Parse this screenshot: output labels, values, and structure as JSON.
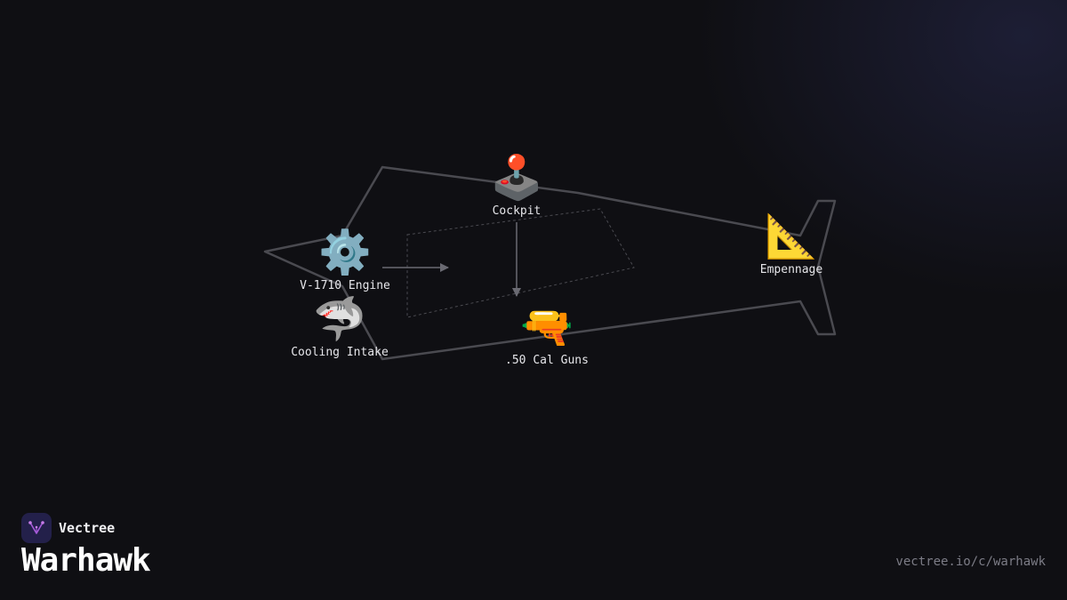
{
  "brand": {
    "name": "Vectree",
    "logo_icon": "vectree-logo-icon"
  },
  "document": {
    "title": "Warhawk",
    "url": "vectree.io/c/warhawk"
  },
  "nodes": [
    {
      "id": "engine",
      "label": "V-1710 Engine",
      "icon": "⚙️",
      "icon_name": "gear-icon"
    },
    {
      "id": "cockpit",
      "label": "Cockpit",
      "icon": "🕹️",
      "icon_name": "joystick-icon"
    },
    {
      "id": "empennage",
      "label": "Empennage",
      "icon": "📐",
      "icon_name": "triangle-ruler-icon"
    },
    {
      "id": "intake",
      "label": "Cooling Intake",
      "icon": "🦈",
      "icon_name": "shark-icon"
    },
    {
      "id": "guns",
      "label": ".50 Cal Guns",
      "icon": "🔫",
      "icon_name": "water-pistol-icon"
    }
  ],
  "colors": {
    "background": "#0f0f13",
    "outline": "#4a4a50",
    "arrow": "#6a6a72",
    "label": "#e6e6ea",
    "url": "#7c7c86",
    "logo_bg": "#23204a",
    "logo_accent": "#a45ad8"
  }
}
